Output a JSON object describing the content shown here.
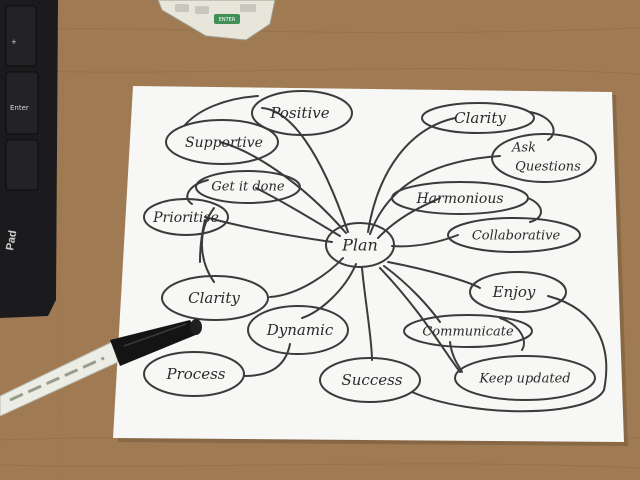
{
  "colors": {
    "desk": "#a07a52",
    "paper": "#f7f7f5",
    "ink": "#3b3b3b",
    "keyboard": "#1b1b1d",
    "calculator": "#e8e6da",
    "marker_body": "#eceee6",
    "marker_cap": "#141414"
  },
  "icons": {
    "keyboard": "keyboard-icon",
    "calculator": "calculator-icon",
    "marker": "marker-pen-icon"
  },
  "keyboard": {
    "plus_key": "+",
    "enter_key": "Enter",
    "brand_fragment": "Pad"
  },
  "calculator": {
    "key_label": "ENTER"
  },
  "mindmap": {
    "center": "Plan",
    "nodes": {
      "positive": "Positive",
      "supportive": "Supportive",
      "get_it_done": "Get it done",
      "prioritise": "Prioritise",
      "clarity_left": "Clarity",
      "dynamic": "Dynamic",
      "process": "Process",
      "success": "Success",
      "clarity_right": "Clarity",
      "ask_questions_1": "Ask",
      "ask_questions_2": "Questions",
      "harmonious": "Harmonious",
      "collaborative": "Collaborative",
      "enjoy": "Enjoy",
      "communicate": "Communicate",
      "keep_updated": "Keep updated"
    }
  }
}
